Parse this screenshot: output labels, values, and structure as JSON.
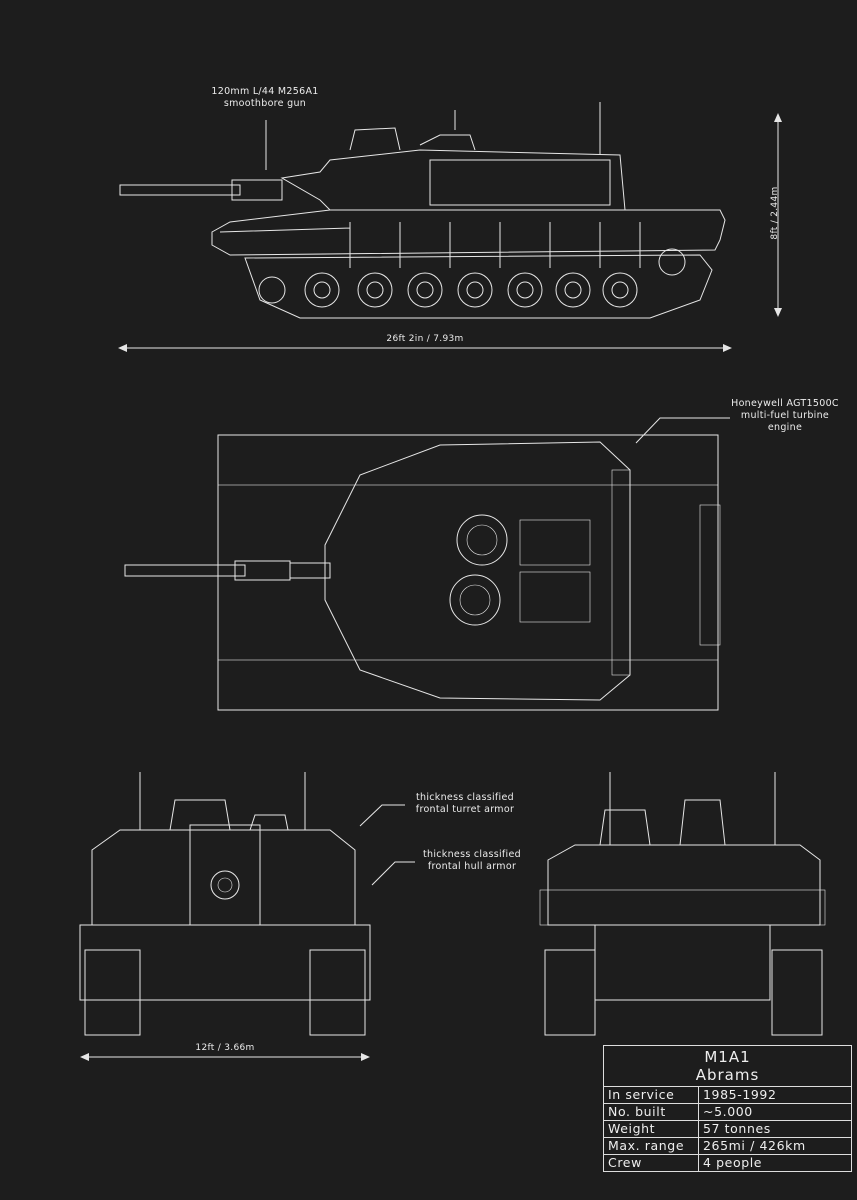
{
  "annotations": {
    "gun": [
      "120mm L/44 M256A1",
      "smoothbore gun"
    ],
    "engine": [
      "Honeywell AGT1500C",
      "multi-fuel turbine",
      "engine"
    ],
    "turret_armor": [
      "thickness classified",
      "frontal turret armor"
    ],
    "hull_armor": [
      "thickness classified",
      "frontal hull armor"
    ]
  },
  "dimensions": {
    "height": "8ft / 2.44m",
    "length": "26ft 2in / 7.93m",
    "width": "12ft / 3.66m"
  },
  "spec_table": {
    "title_line1": "M1A1",
    "title_line2": "Abrams",
    "rows": [
      {
        "label": "In service",
        "value": "1985-1992"
      },
      {
        "label": "No. built",
        "value": "~5.000"
      },
      {
        "label": "Weight",
        "value": "57 tonnes"
      },
      {
        "label": "Max. range",
        "value": "265mi / 426km"
      },
      {
        "label": "Crew",
        "value": "4 people"
      }
    ]
  }
}
